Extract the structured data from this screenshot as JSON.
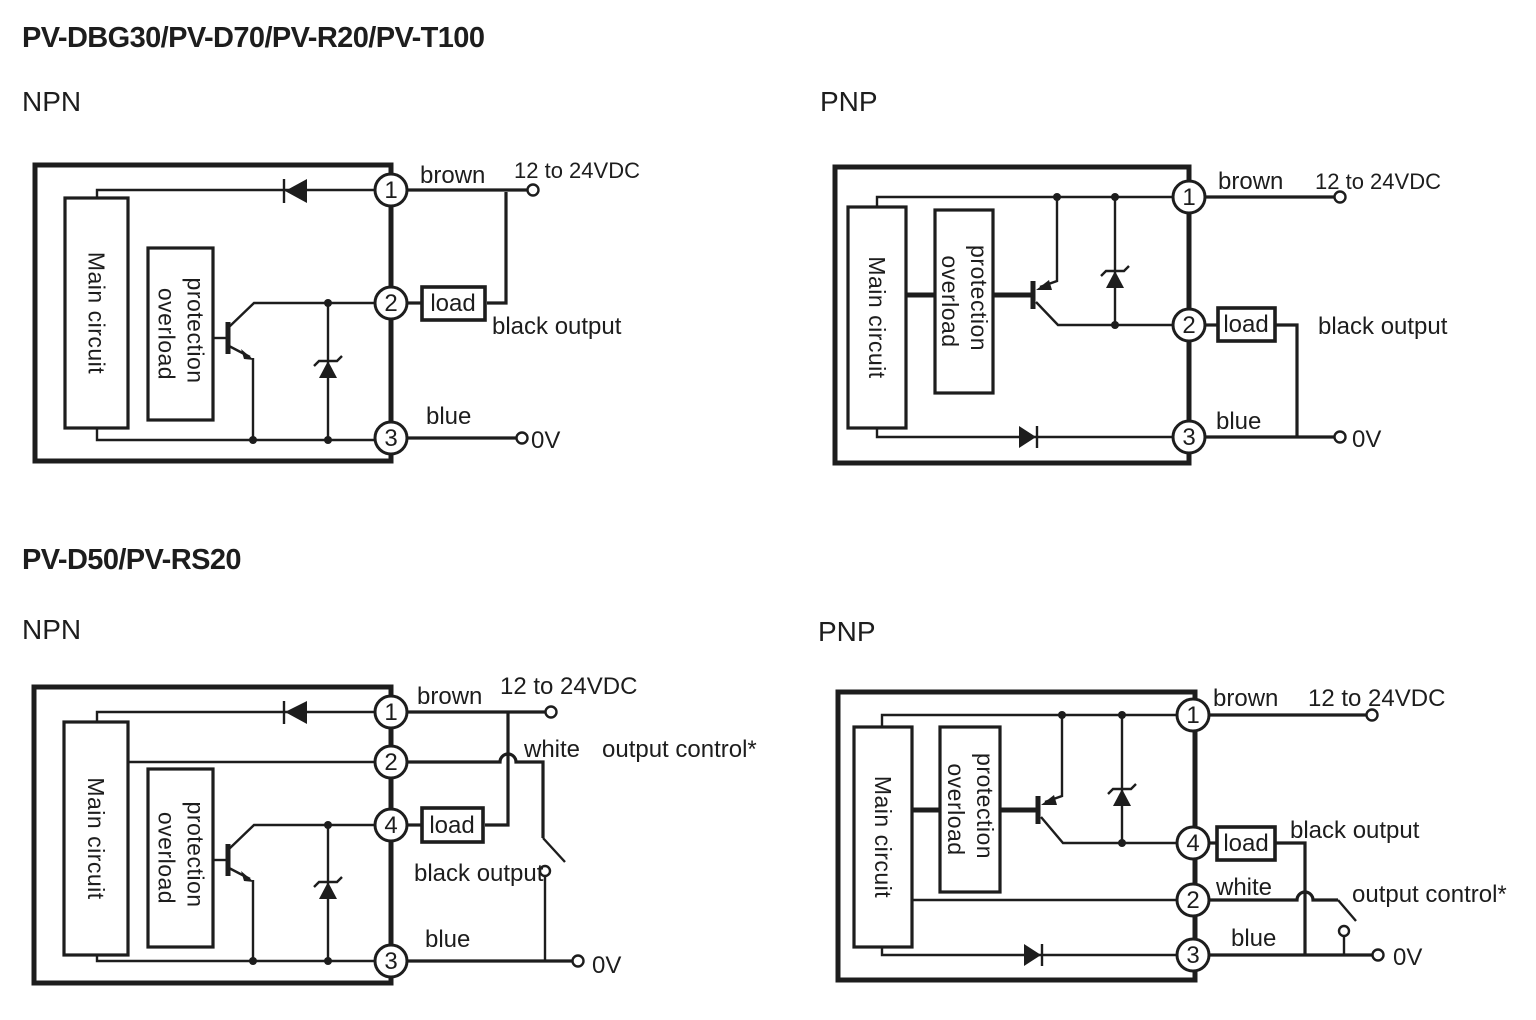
{
  "page": {
    "background": "#ffffff",
    "ink": "#1d1d1d"
  },
  "sections": [
    {
      "title": "PV-DBG30/PV-D70/PV-R20/PV-T100",
      "diagrams": [
        {
          "type_label": "NPN",
          "main_block": "Main circuit",
          "overload_word1": "overload",
          "overload_word2": "protection",
          "load_label": "load",
          "terminals": [
            "1",
            "2",
            "3"
          ],
          "labels": {
            "brown": "brown",
            "supply": "12 to 24VDC",
            "black_output": "black output",
            "blue": "blue",
            "zero_v": "0V"
          }
        },
        {
          "type_label": "PNP",
          "main_block": "Main circuit",
          "overload_word1": "overload",
          "overload_word2": "protection",
          "load_label": "load",
          "terminals": [
            "1",
            "2",
            "3"
          ],
          "labels": {
            "brown": "brown",
            "supply": "12 to 24VDC",
            "black_output": "black output",
            "blue": "blue",
            "zero_v": "0V"
          }
        }
      ]
    },
    {
      "title": "PV-D50/PV-RS20",
      "diagrams": [
        {
          "type_label": "NPN",
          "main_block": "Main circuit",
          "overload_word1": "overload",
          "overload_word2": "protection",
          "load_label": "load",
          "terminals": [
            "1",
            "2",
            "4",
            "3"
          ],
          "labels": {
            "brown": "brown",
            "supply": "12 to 24VDC",
            "white": "white",
            "output_control": "output control*",
            "black_output": "black output",
            "blue": "blue",
            "zero_v": "0V"
          }
        },
        {
          "type_label": "PNP",
          "main_block": "Main circuit",
          "overload_word1": "overload",
          "overload_word2": "protection",
          "load_label": "load",
          "terminals": [
            "1",
            "4",
            "2",
            "3"
          ],
          "labels": {
            "brown": "brown",
            "supply": "12 to 24VDC",
            "white": "white",
            "output_control": "output control*",
            "black_output": "black output",
            "blue": "blue",
            "zero_v": "0V"
          }
        }
      ]
    }
  ]
}
